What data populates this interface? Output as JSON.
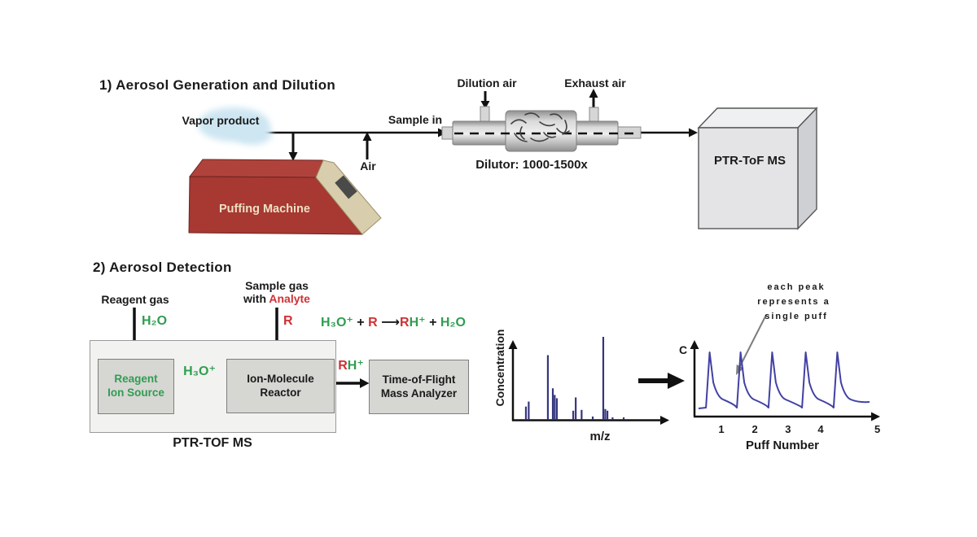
{
  "colors": {
    "red": "#cf3134",
    "green": "#2f9e50",
    "machine_red": "#a73832",
    "machine_red_top": "#b0423c",
    "machine_beige": "#d8cdac",
    "spectrum_blue": "#35357e",
    "curve_blue": "#4141a4",
    "arrow_gray": "#7d7d7d"
  },
  "section1": {
    "heading": "1) Aerosol Generation and Dilution",
    "vapor_product": "Vapor product",
    "puffing_machine": "Puffing Machine",
    "air_label": "Air",
    "sample_in": "Sample in",
    "dilution_air": "Dilution air",
    "exhaust_air": "Exhaust air",
    "dilutor_label": "Dilutor: 1000-1500x",
    "ptr_tof_cube": "PTR-ToF MS"
  },
  "section2": {
    "heading": "2) Aerosol Detection",
    "reagent_gas": "Reagent gas",
    "h2o_in": "H₂O",
    "sample_gas_line1": "Sample gas",
    "sample_gas_with": "with",
    "analyte": "Analyte",
    "r_in": "R",
    "reaction": {
      "h3o": "H₃O⁺",
      "plus1": "+",
      "r": "R",
      "arrow": "⟶",
      "rh_r": "R",
      "rh_h": "H⁺",
      "plus2": "+",
      "h2o": "H₂O"
    },
    "reagent_ion_source_l1": "Reagent",
    "reagent_ion_source_l2": "Ion Source",
    "h3o_label": "H₃O⁺",
    "ion_molecule_l1": "Ion-Molecule",
    "ion_molecule_l2": "Reactor",
    "rh_r": "R",
    "rh_h": "H⁺",
    "tof_l1": "Time-of-Flight",
    "tof_l2": "Mass Analyzer",
    "ptr_tof_label": "PTR-TOF MS"
  },
  "annotation": {
    "lines": [
      "each peak",
      "represents a",
      "single puff"
    ]
  },
  "chart_data": [
    {
      "type": "bar",
      "title": "mass spectrum sketch",
      "xlabel": "m/z",
      "ylabel": "Concentration",
      "grid": false,
      "note": "sticks are [x_fraction_of_axis, height_fraction_of_max]",
      "sticks": [
        [
          0.084,
          0.16
        ],
        [
          0.102,
          0.22
        ],
        [
          0.226,
          0.78
        ],
        [
          0.258,
          0.38
        ],
        [
          0.27,
          0.3
        ],
        [
          0.284,
          0.26
        ],
        [
          0.39,
          0.11
        ],
        [
          0.406,
          0.27
        ],
        [
          0.444,
          0.12
        ],
        [
          0.516,
          0.04
        ],
        [
          0.584,
          1.0
        ],
        [
          0.597,
          0.13
        ],
        [
          0.611,
          0.11
        ],
        [
          0.644,
          0.03
        ],
        [
          0.716,
          0.03
        ]
      ]
    },
    {
      "type": "line",
      "title": "puff time series sketch",
      "xlabel": "Puff Number",
      "ylabel": "C",
      "xticks": [
        "1",
        "2",
        "3",
        "4",
        "5"
      ],
      "tick_fracs": [
        0.145,
        0.325,
        0.504,
        0.68,
        0.985
      ],
      "peak_fracs": [
        0.067,
        0.248,
        0.433,
        0.629,
        0.814
      ],
      "note": "five sharp peaks, one per puff, decaying to baseline between puffs"
    }
  ]
}
